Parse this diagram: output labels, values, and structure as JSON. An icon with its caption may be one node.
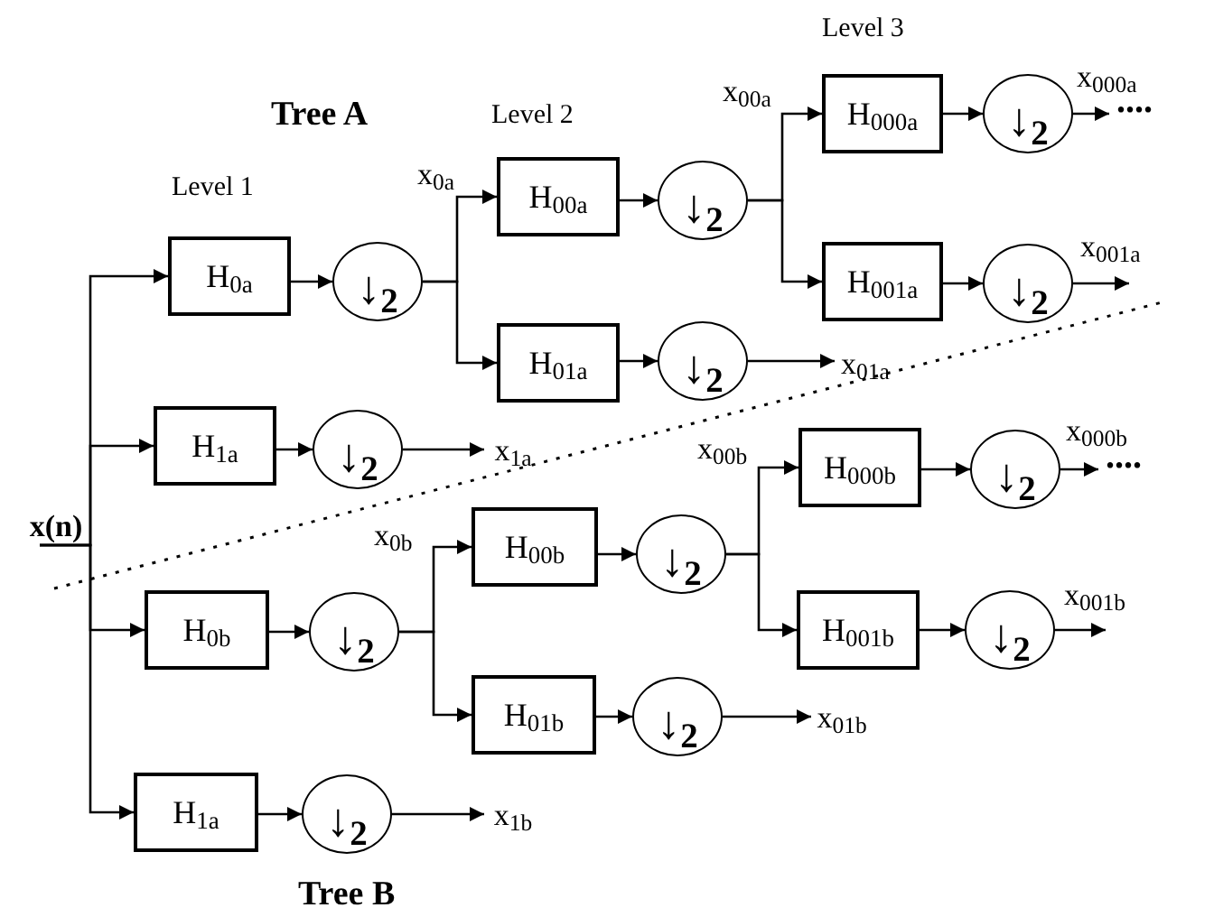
{
  "diagram": {
    "nodes": [
      {
        "text": [
          "x(n)"
        ]
      },
      {
        "text": [
          "H$_{0a}$"
        ]
      },
      {
        "text": [
          "↓$_{2}$"
        ]
      },
      {
        "text": [
          "H$_{00a}$"
        ]
      },
      {
        "text": [
          "↓$_{2}$"
        ]
      },
      {
        "text": [
          "H$_{000a}$"
        ]
      },
      {
        "text": [
          "↓$_{2}$"
        ]
      },
      {
        "text": [
          "H$_{001a}$"
        ]
      },
      {
        "text": [
          "↓$_{2}$"
        ]
      },
      {
        "text": [
          "H$_{01a}$"
        ]
      },
      {
        "text": [
          "↓$_{2}$"
        ]
      },
      {
        "text": [
          "x$_{01a}$"
        ]
      },
      {
        "text": [
          "H$_{1a}$"
        ]
      },
      {
        "text": [
          "↓$_{2}$"
        ]
      },
      {
        "text": [
          "x$_{1a}$"
        ]
      },
      {
        "text": [
          "H$_{0b}$"
        ]
      },
      {
        "text": [
          "↓$_{2}$"
        ]
      },
      {
        "text": [
          "H$_{00b}$"
        ]
      },
      {
        "text": [
          "↓$_{2}$"
        ]
      },
      {
        "text": [
          "H$_{000b}$"
        ]
      },
      {
        "text": [
          "↓$_{2}$"
        ]
      },
      {
        "text": [
          "H$_{001b}$"
        ]
      },
      {
        "text": [
          "↓$_{2}$"
        ]
      },
      {
        "text": [
          "H$_{01b}$"
        ]
      },
      {
        "text": [
          "↓$_{2}$"
        ]
      },
      {
        "text": [
          "x$_{01b}$"
        ]
      },
      {
        "text": [
          "H$_{1a}$"
        ]
      },
      {
        "text": [
          "↓$_{2}$"
        ]
      },
      {
        "text": [
          "x$_{1b}$"
        ]
      },
      {
        "text": [
          "x$_{000a}$"
        ]
      },
      {
        "text": [
          "x$_{001a}$"
        ]
      },
      {
        "text": [
          "x$_{000b}$"
        ]
      },
      {
        "text": [
          "x$_{001b}$"
        ]
      }
    ],
    "edges": [
      {
        "from": 0,
        "to": 1,
        "arrow": "to"
      },
      {
        "from": 0,
        "to": 12,
        "arrow": "to"
      },
      {
        "from": 0,
        "to": 15,
        "arrow": "to"
      },
      {
        "from": 0,
        "to": 26,
        "arrow": "to"
      },
      {
        "from": 1,
        "to": 2,
        "arrow": "to"
      },
      {
        "from": 2,
        "to": 3,
        "arrow": "to"
      },
      {
        "from": 2,
        "to": 9,
        "arrow": "to"
      },
      {
        "from": 3,
        "to": 4,
        "arrow": "to"
      },
      {
        "from": 4,
        "to": 5,
        "arrow": "to"
      },
      {
        "from": 4,
        "to": 7,
        "arrow": "to"
      },
      {
        "from": 5,
        "to": 6,
        "arrow": "to"
      },
      {
        "from": 6,
        "to": 29,
        "arrow": "to"
      },
      {
        "from": 7,
        "to": 8,
        "arrow": "to"
      },
      {
        "from": 8,
        "to": 30,
        "arrow": "to"
      },
      {
        "from": 9,
        "to": 10,
        "arrow": "to"
      },
      {
        "from": 10,
        "to": 11,
        "arrow": "to"
      },
      {
        "from": 12,
        "to": 13,
        "arrow": "to"
      },
      {
        "from": 13,
        "to": 14,
        "arrow": "to"
      },
      {
        "from": 15,
        "to": 16,
        "arrow": "to"
      },
      {
        "from": 16,
        "to": 17,
        "arrow": "to"
      },
      {
        "from": 16,
        "to": 23,
        "arrow": "to"
      },
      {
        "from": 17,
        "to": 18,
        "arrow": "to"
      },
      {
        "from": 18,
        "to": 19,
        "arrow": "to"
      },
      {
        "from": 18,
        "to": 21,
        "arrow": "to"
      },
      {
        "from": 19,
        "to": 20,
        "arrow": "to"
      },
      {
        "from": 20,
        "to": 31,
        "arrow": "to"
      },
      {
        "from": 21,
        "to": 22,
        "arrow": "to"
      },
      {
        "from": 22,
        "to": 32,
        "arrow": "to"
      },
      {
        "from": 23,
        "to": 24,
        "arrow": "to"
      },
      {
        "from": 24,
        "to": 25,
        "arrow": "to"
      },
      {
        "from": 26,
        "to": 27,
        "arrow": "to"
      },
      {
        "from": 27,
        "to": 28,
        "arrow": "to"
      }
    ],
    "labels": [
      "Level 3",
      "Tree A",
      "Level 2",
      "....",
      "x$_{00a}$",
      "Level 1",
      "x$_{0a}$",
      "x$_{00b}$",
      "....",
      "x$_{0b}$",
      "Tree B"
    ]
  }
}
